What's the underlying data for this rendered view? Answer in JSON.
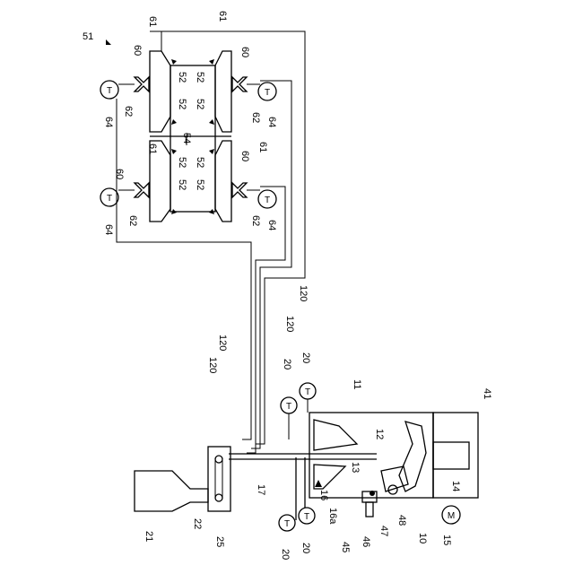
{
  "figure": {
    "labels": {
      "l51": "51",
      "l61a": "61",
      "l61b": "61",
      "l61c": "61",
      "l61d": "61",
      "l60a": "60",
      "l60b": "60",
      "l60c": "60",
      "l60d": "60",
      "l52a": "52",
      "l52b": "52",
      "l52c": "52",
      "l52d": "52",
      "l52e": "52",
      "l52f": "52",
      "l52g": "52",
      "l52h": "52",
      "l54": "54",
      "l62a": "62",
      "l62b": "62",
      "l62c": "62",
      "l62d": "62",
      "l64a": "64",
      "l64b": "64",
      "l64c": "64",
      "l64d": "64",
      "l120a": "120",
      "l120b": "120",
      "l120c": "120",
      "l120d": "120",
      "l20a": "20",
      "l20b": "20",
      "l20c": "20",
      "l20d": "20",
      "l11": "11",
      "l41": "41",
      "l12": "12",
      "l13": "13",
      "l14": "14",
      "l15": "15",
      "l10": "10",
      "l16": "16",
      "l16a": "16a",
      "l17": "17",
      "l21": "21",
      "l22": "22",
      "l25": "25",
      "l45": "45",
      "l46": "46",
      "l47": "47",
      "l48": "48"
    },
    "symbols": {
      "thermometer": "T",
      "motor": "M"
    }
  }
}
